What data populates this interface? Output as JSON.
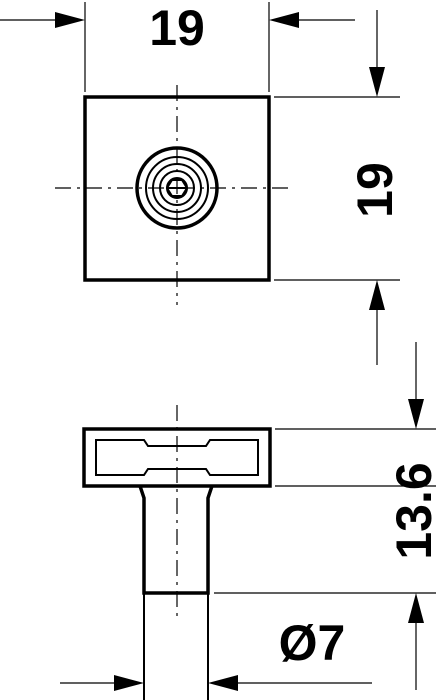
{
  "top_view": {
    "width_label": "19",
    "height_label": "19"
  },
  "side_view": {
    "head_height_label": "13.6",
    "shank_diameter_label": "Ø7"
  },
  "colors": {
    "ink": "#000000",
    "background": "#ffffff"
  }
}
